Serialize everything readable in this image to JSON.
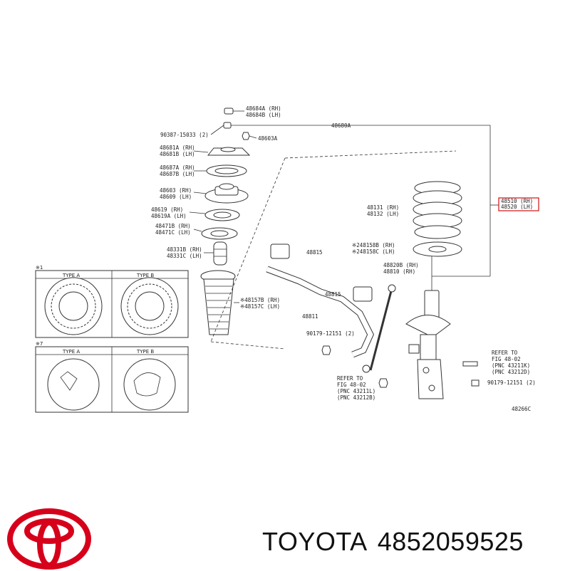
{
  "labels": {
    "p48684": [
      "48684A (RH)",
      "48684B (LH)"
    ],
    "p90387": "90387-15033 (2)",
    "p48680": "48680A",
    "p48603a": "48603A",
    "p48681": [
      "48681A (RH)",
      "48681B (LH)"
    ],
    "p48687": [
      "48687A (RH)",
      "48687B (LH)"
    ],
    "p48603": [
      "48603 (RH)",
      "48609 (LH)"
    ],
    "p48619": [
      "48619 (RH)",
      "48619A (LH)"
    ],
    "p48471": [
      "48471B (RH)",
      "48471C (LH)"
    ],
    "p48331": [
      "48331B (RH)",
      "48331C (LH)"
    ],
    "p48157": [
      "※48157B (RH)",
      "※48157C (LH)"
    ],
    "p48815a": "48815",
    "p48815b": "48815",
    "p48811": "48811",
    "p48131": [
      "48131 (RH)",
      "48132 (LH)"
    ],
    "p48158": [
      "※248158B (RH)",
      "※248158C (LH)"
    ],
    "p48820": [
      "48820B (RH)",
      "48810 (RH)"
    ],
    "p48510": [
      "48510 (RH)",
      "48520 (LH)"
    ],
    "p90179a": "90179-12151 (2)",
    "p90179b": "90179-12151 (2)",
    "refer1": [
      "REFER TO",
      "FIG 48-02",
      "(PNC 43211K)",
      "(PNC 43212D)"
    ],
    "refer2": [
      "REFER TO",
      "FIG 48-02",
      "(PNC 43211L)",
      "(PNC 43212B)"
    ],
    "code": "48266C",
    "box1_mark": "※1",
    "box2_mark": "※7",
    "type_a": "TYPE A",
    "type_b": "TYPE B"
  },
  "footer": {
    "brand": "TOYOTA",
    "part_number": "4852059525",
    "logo_color": "#d7001b"
  }
}
